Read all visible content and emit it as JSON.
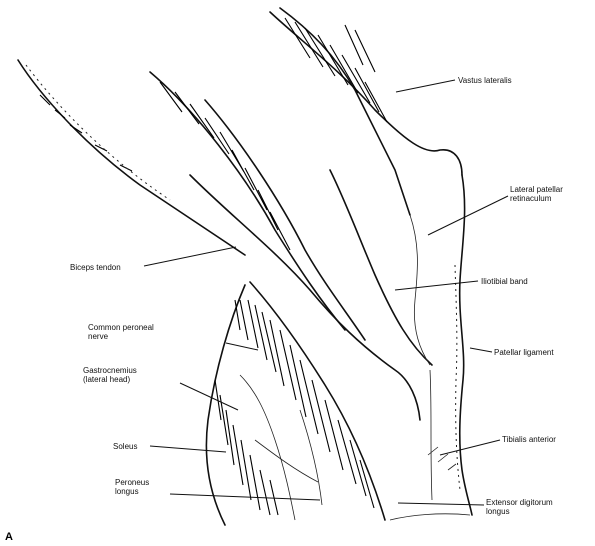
{
  "figure": {
    "panel_letter": "A",
    "labels": {
      "vastus_lateralis": "Vastus lateralis",
      "lateral_patellar_retinaculum": "Lateral patellar\nretinaculum",
      "biceps_tendon": "Biceps tendon",
      "iliotibial_band": "Iliotibial band",
      "common_peroneal_nerve": "Common peroneal\nnerve",
      "gastrocnemius": "Gastrocnemius\n(lateral head)",
      "patellar_ligament": "Patellar ligament",
      "soleus": "Soleus",
      "tibialis_anterior": "Tibialis anterior",
      "peroneus_longus": "Peroneus\nlongus",
      "extensor_digitorum_longus": "Extensor digitorum\nlongus"
    }
  }
}
